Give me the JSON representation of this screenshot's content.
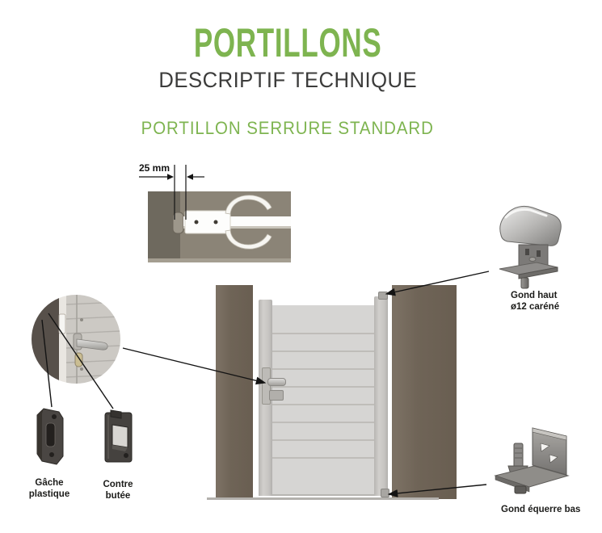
{
  "header": {
    "title": "PORTILLONS",
    "subtitle": "DESCRIPTIF TECHNIQUE",
    "section_title": "PORTILLON SERRURE STANDARD"
  },
  "figures": {
    "hinge_photo": {
      "name": "hinge-spacing-photo",
      "dimension_label": "25 mm"
    },
    "lock_circle": {
      "name": "lock-detail-magnifier-circle"
    },
    "gate": {
      "name": "portillon-gate-illustration"
    }
  },
  "callouts": {
    "gond_haut": {
      "line1": "Gond haut",
      "line2": "ø12 caréné"
    },
    "gond_equerre_bas": {
      "label": "Gond équerre bas"
    },
    "gache_plastique": {
      "line1": "Gâche",
      "line2": "plastique"
    },
    "contre_butee": {
      "line1": "Contre",
      "line2": "butée"
    }
  },
  "icons": {
    "top_hinge_image": "top-hinge-image",
    "bottom_bracket_hinge_image": "bottom-bracket-hinge-image",
    "strike_plate_image": "strike-plate-image",
    "counter_stop_image": "counter-stop-image"
  },
  "colors": {
    "accent_green": "#7EB450",
    "heading_gray": "#3C3C3B",
    "post_brown": "#6F6457",
    "gate_gray": "#D5D4D1",
    "ground_gray": "#B3B1AD",
    "label_black": "#1C1C1A"
  }
}
